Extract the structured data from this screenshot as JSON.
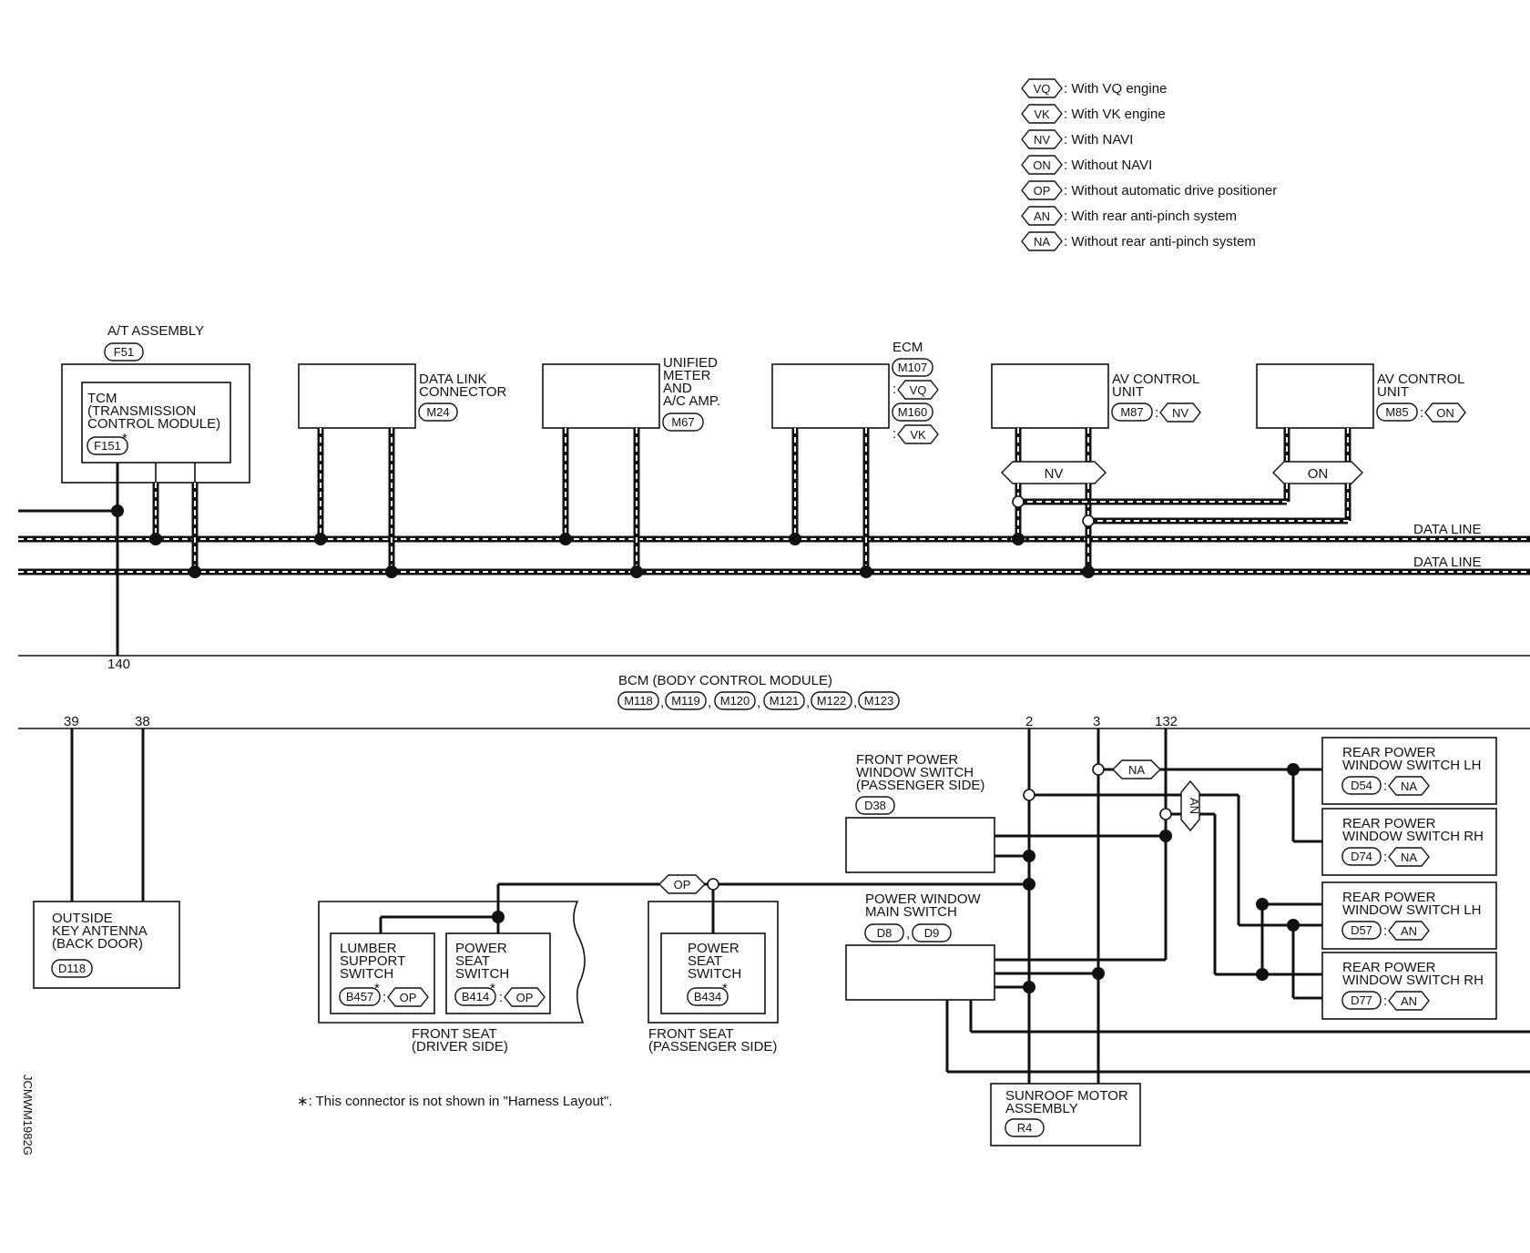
{
  "legend": [
    {
      "code": "VQ",
      "text": ": With VQ engine"
    },
    {
      "code": "VK",
      "text": ": With VK engine"
    },
    {
      "code": "NV",
      "text": ": With NAVI"
    },
    {
      "code": "ON",
      "text": ": Without NAVI"
    },
    {
      "code": "OP",
      "text": ": Without automatic drive positioner"
    },
    {
      "code": "AN",
      "text": ": With rear anti-pinch system"
    },
    {
      "code": "NA",
      "text": ": Without rear anti-pinch system"
    }
  ],
  "components": {
    "at_assembly": {
      "title": "A/T ASSEMBLY",
      "connector": "F51"
    },
    "tcm": {
      "line1": "TCM",
      "line2": "(TRANSMISSION",
      "line3": " CONTROL MODULE)",
      "connector": "F151"
    },
    "data_link": {
      "line1": "DATA LINK",
      "line2": "CONNECTOR",
      "connector": "M24"
    },
    "unified_meter": {
      "line1": "UNIFIED",
      "line2": "METER",
      "line3": "AND",
      "line4": "A/C AMP.",
      "connector": "M67"
    },
    "ecm": {
      "title": "ECM",
      "conn1": "M107",
      "tag1": "VQ",
      "conn2": "M160",
      "tag2": "VK",
      "colon": ":"
    },
    "av_nv": {
      "line1": "AV CONTROL",
      "line2": "UNIT",
      "connector": "M87",
      "tag": "NV",
      "branch": "NV"
    },
    "av_on": {
      "line1": "AV CONTROL",
      "line2": "UNIT",
      "connector": "M85",
      "tag": "ON",
      "branch": "ON"
    },
    "bcm": {
      "title": "BCM (BODY CONTROL MODULE)",
      "connectors": [
        "M118",
        "M119",
        "M120",
        "M121",
        "M122",
        "M123"
      ],
      "separator": ","
    },
    "outside_key": {
      "line1": "OUTSIDE",
      "line2": "KEY ANTENNA",
      "line3": "(BACK DOOR)",
      "connector": "D118"
    },
    "lumber": {
      "line1": "LUMBER",
      "line2": "SUPPORT",
      "line3": "SWITCH",
      "connector": "B457",
      "tag": "OP"
    },
    "ps_driver": {
      "line1": "POWER",
      "line2": "SEAT",
      "line3": "SWITCH",
      "connector": "B414",
      "tag": "OP"
    },
    "ps_pass": {
      "line1": "POWER",
      "line2": "SEAT",
      "line3": "SWITCH",
      "connector": "B434"
    },
    "front_seat_driver": {
      "line1": "FRONT SEAT",
      "line2": "(DRIVER SIDE)"
    },
    "front_seat_pass": {
      "line1": "FRONT SEAT",
      "line2": "(PASSENGER SIDE)"
    },
    "op_tag": "OP",
    "fpw_pass": {
      "line1": "FRONT POWER",
      "line2": "WINDOW SWITCH",
      "line3": "(PASSENGER SIDE)",
      "connector": "D38"
    },
    "pw_main": {
      "line1": "POWER WINDOW",
      "line2": "MAIN SWITCH",
      "connectors": [
        "D8",
        "D9"
      ]
    },
    "sunroof": {
      "line1": "SUNROOF MOTOR",
      "line2": "ASSEMBLY",
      "connector": "R4"
    },
    "rpw_lh_na": {
      "line1": "REAR POWER",
      "line2": "WINDOW SWITCH LH",
      "connector": "D54",
      "tag": "NA"
    },
    "rpw_rh_na": {
      "line1": "REAR POWER",
      "line2": "WINDOW SWITCH RH",
      "connector": "D74",
      "tag": "NA"
    },
    "rpw_lh_an": {
      "line1": "REAR POWER",
      "line2": "WINDOW SWITCH LH",
      "connector": "D57",
      "tag": "AN"
    },
    "rpw_rh_an": {
      "line1": "REAR POWER",
      "line2": "WINDOW SWITCH RH",
      "connector": "D77",
      "tag": "AN"
    },
    "na_tag": "NA",
    "an_tag": "AN"
  },
  "data_line_labels": [
    "DATA LINE",
    "DATA LINE"
  ],
  "terminals": {
    "t140": "140",
    "t39": "39",
    "t38": "38",
    "t2": "2",
    "t3": "3",
    "t132": "132"
  },
  "asterisk": "*",
  "footnote": "∗: This connector is not shown in \"Harness Layout\".",
  "figure_id": "JCMWM1982G"
}
